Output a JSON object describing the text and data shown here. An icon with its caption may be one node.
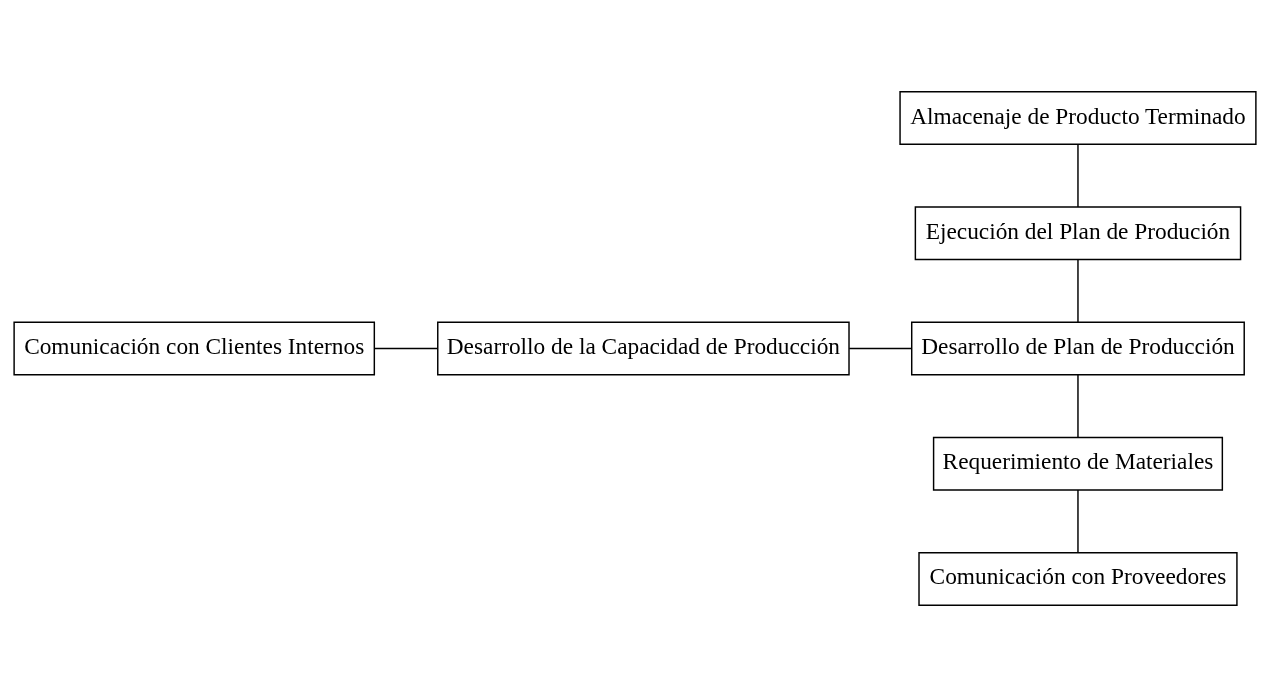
{
  "diagram": {
    "nodes": [
      {
        "text": [
          "Almacenaje de Producto Terminado"
        ]
      },
      {
        "text": [
          "Ejecución del Plan de Produción"
        ]
      },
      {
        "text": [
          "Comunicación con Clientes Internos"
        ]
      },
      {
        "text": [
          "Desarrollo de la Capacidad de Producción"
        ]
      },
      {
        "text": [
          "Desarrollo de Plan de Producción"
        ]
      },
      {
        "text": [
          "Requerimiento de Materiales"
        ]
      },
      {
        "text": [
          "Comunicación con Proveedores"
        ]
      }
    ],
    "edges": [
      {
        "from": 0,
        "to": 1,
        "arrow": "none"
      },
      {
        "from": 1,
        "to": 4,
        "arrow": "none"
      },
      {
        "from": 2,
        "to": 3,
        "arrow": "none"
      },
      {
        "from": 3,
        "to": 4,
        "arrow": "none"
      },
      {
        "from": 4,
        "to": 5,
        "arrow": "none"
      },
      {
        "from": 5,
        "to": 6,
        "arrow": "none"
      }
    ]
  }
}
